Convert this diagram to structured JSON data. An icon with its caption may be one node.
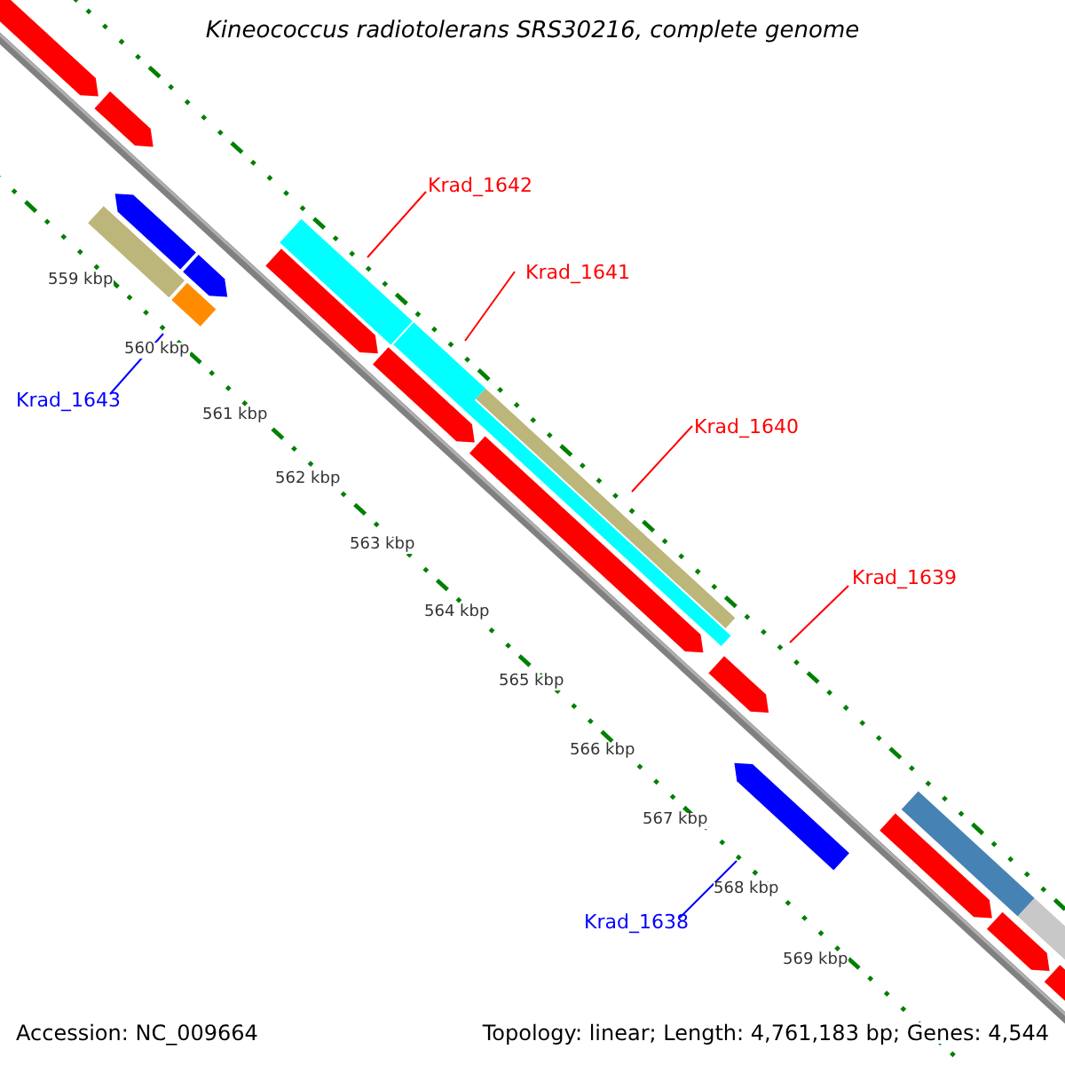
{
  "diagram": {
    "title": "Kineococcus radiotolerans SRS30216, complete genome",
    "nodes": [
      {
        "text": [
          "Krad_1642"
        ]
      },
      {
        "text": [],
        "shape": "bar"
      },
      {
        "text": [
          "Krad_1641"
        ]
      },
      {
        "text": [],
        "shape": "bar"
      },
      {
        "text": [
          "Krad_1640"
        ]
      },
      {
        "text": [],
        "shape": "bar"
      },
      {
        "text": [
          "Krad_1639"
        ]
      },
      {
        "text": [],
        "shape": "bar"
      },
      {
        "text": [
          "Krad_1643"
        ]
      },
      {
        "text": [],
        "shape": "bar"
      },
      {
        "text": [
          "Krad_1638"
        ]
      },
      {
        "text": [],
        "shape": "bar"
      },
      {
        "text": [],
        "shape": "bar"
      },
      {
        "text": [],
        "shape": "bar"
      },
      {
        "text": [],
        "shape": "bar"
      },
      {
        "text": [],
        "shape": "bar"
      },
      {
        "text": [],
        "shape": "bar"
      },
      {
        "text": [],
        "shape": "bar"
      },
      {
        "text": [],
        "shape": "bar"
      },
      {
        "text": [],
        "shape": "bar"
      },
      {
        "text": [],
        "shape": "bar"
      },
      {
        "text": [],
        "shape": "bar"
      },
      {
        "text": [],
        "shape": "bar"
      },
      {
        "text": [],
        "shape": "bar"
      },
      {
        "text": [],
        "shape": "bar"
      }
    ],
    "edges": [
      {
        "from": 0,
        "to": 1,
        "arrow": "none"
      },
      {
        "from": 2,
        "to": 3,
        "arrow": "none"
      },
      {
        "from": 4,
        "to": 5,
        "arrow": "none"
      },
      {
        "from": 6,
        "to": 7,
        "arrow": "none"
      },
      {
        "from": 8,
        "to": 9,
        "arrow": "none",
        "color": "#0000ff"
      },
      {
        "from": 10,
        "to": 11,
        "arrow": "none",
        "color": "#0000ff"
      }
    ],
    "labels": [
      "559 kbp",
      "560 kbp",
      "561 kbp",
      "562 kbp",
      "563 kbp",
      "564 kbp",
      "565 kbp",
      "566 kbp",
      "567 kbp",
      "568 kbp",
      "569 kbp",
      "Accession: NC_009664",
      "Topology: linear; Length: 4,761,183 bp; Genes: 4,544"
    ]
  }
}
